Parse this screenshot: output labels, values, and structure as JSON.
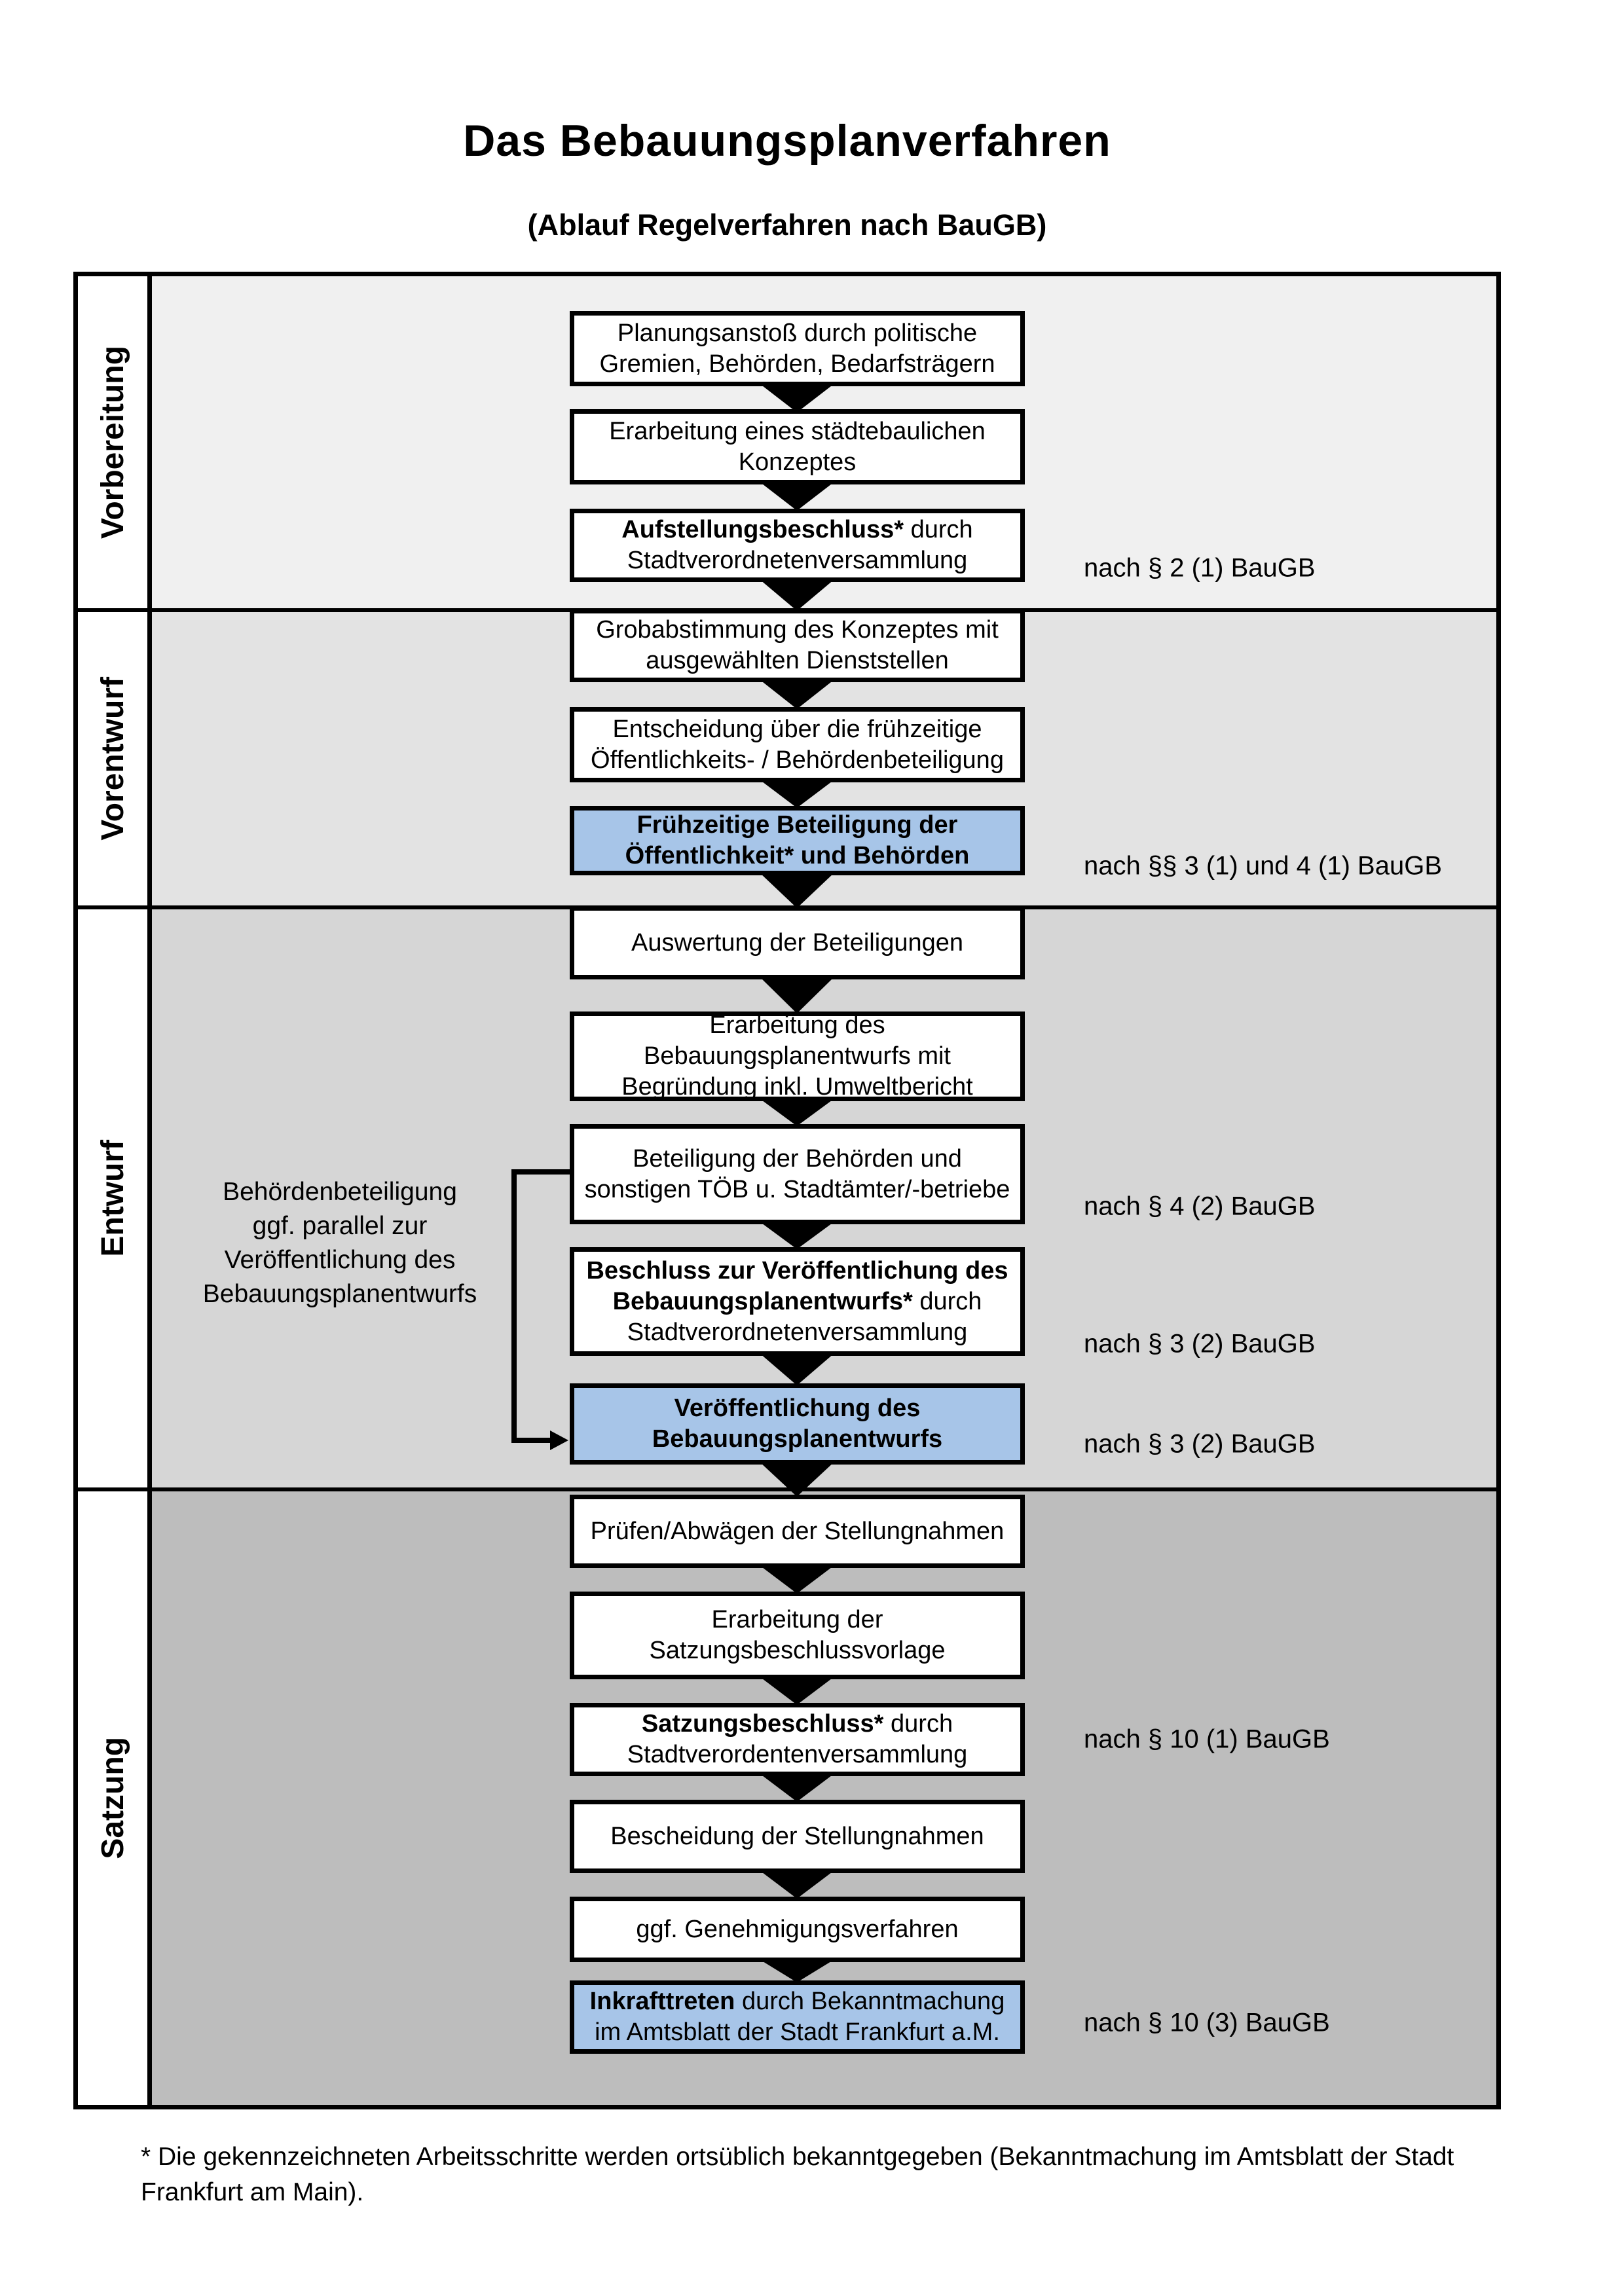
{
  "title": "Das Bebauungsplanverfahren",
  "subtitle": "(Ablauf Regelverfahren nach BauGB)",
  "footnote": "* Die gekennzeichneten Arbeitsschritte werden ortsüblich bekanntgegeben (Bekanntmachung im Amtsblatt  der Stadt Frankfurt am Main).",
  "colors": {
    "highlight_box": "#a7c5e8",
    "box_border": "#000000",
    "band_vorbereitung": "#f0f0f0",
    "band_vorentwurf": "#e3e3e3",
    "band_entwurf": "#d6d6d6",
    "band_satzung": "#bdbdbd"
  },
  "phases": [
    {
      "id": "vorbereitung",
      "label": "Vorbereitung"
    },
    {
      "id": "vorentwurf",
      "label": "Vorentwurf"
    },
    {
      "id": "entwurf",
      "label": "Entwurf"
    },
    {
      "id": "satzung",
      "label": "Satzung"
    }
  ],
  "boxes": [
    {
      "id": "b1",
      "phase": "vorbereitung",
      "highlight": false,
      "lines": [
        [
          {
            "text": "Planungsanstoß durch politische",
            "bold": false
          }
        ],
        [
          {
            "text": "Gremien, Behörden, Bedarfsträgern",
            "bold": false
          }
        ]
      ]
    },
    {
      "id": "b2",
      "phase": "vorbereitung",
      "highlight": false,
      "lines": [
        [
          {
            "text": "Erarbeitung eines städtebaulichen",
            "bold": false
          }
        ],
        [
          {
            "text": "Konzeptes",
            "bold": false
          }
        ]
      ]
    },
    {
      "id": "b3",
      "phase": "vorbereitung",
      "highlight": false,
      "lines": [
        [
          {
            "text": "Aufstellungsbeschluss*",
            "bold": true
          },
          {
            "text": " durch",
            "bold": false
          }
        ],
        [
          {
            "text": "Stadtverordnetenversammlung",
            "bold": false
          }
        ]
      ]
    },
    {
      "id": "b4",
      "phase": "vorentwurf",
      "highlight": false,
      "lines": [
        [
          {
            "text": "Grobabstimmung des Konzeptes mit",
            "bold": false
          }
        ],
        [
          {
            "text": "ausgewählten Dienststellen",
            "bold": false
          }
        ]
      ]
    },
    {
      "id": "b5",
      "phase": "vorentwurf",
      "highlight": false,
      "lines": [
        [
          {
            "text": "Entscheidung über die frühzeitige",
            "bold": false
          }
        ],
        [
          {
            "text": "Öffentlichkeits- / Behördenbeteiligung",
            "bold": false
          }
        ]
      ]
    },
    {
      "id": "b6",
      "phase": "vorentwurf",
      "highlight": true,
      "lines": [
        [
          {
            "text": "Frühzeitige Beteiligung der",
            "bold": true
          }
        ],
        [
          {
            "text": "Öffentlichkeit* und Behörden",
            "bold": true
          }
        ]
      ]
    },
    {
      "id": "b7",
      "phase": "entwurf",
      "highlight": false,
      "lines": [
        [
          {
            "text": "Auswertung der Beteiligungen",
            "bold": false
          }
        ]
      ]
    },
    {
      "id": "b8",
      "phase": "entwurf",
      "highlight": false,
      "lines": [
        [
          {
            "text": "Erarbeitung des",
            "bold": false
          }
        ],
        [
          {
            "text": "Bebauungsplanentwurfs mit",
            "bold": false
          }
        ],
        [
          {
            "text": "Begründung inkl. Umweltbericht",
            "bold": false
          }
        ]
      ]
    },
    {
      "id": "b9",
      "phase": "entwurf",
      "highlight": false,
      "lines": [
        [
          {
            "text": "Beteiligung der Behörden und",
            "bold": false
          }
        ],
        [
          {
            "text": "sonstigen TÖB u. Stadtämter/-betriebe",
            "bold": false
          }
        ]
      ]
    },
    {
      "id": "b10",
      "phase": "entwurf",
      "highlight": false,
      "lines": [
        [
          {
            "text": "Beschluss zur Veröffentlichung des",
            "bold": true
          }
        ],
        [
          {
            "text": "Bebauungsplanentwurfs*",
            "bold": true
          },
          {
            "text": " durch",
            "bold": false
          }
        ],
        [
          {
            "text": "Stadtverordnetenversammlung",
            "bold": false
          }
        ]
      ]
    },
    {
      "id": "b11",
      "phase": "entwurf",
      "highlight": true,
      "lines": [
        [
          {
            "text": "Veröffentlichung des",
            "bold": true
          }
        ],
        [
          {
            "text": "Bebauungsplanentwurfs",
            "bold": true
          }
        ]
      ]
    },
    {
      "id": "b12",
      "phase": "satzung",
      "highlight": false,
      "lines": [
        [
          {
            "text": "Prüfen/Abwägen der Stellungnahmen",
            "bold": false
          }
        ]
      ]
    },
    {
      "id": "b13",
      "phase": "satzung",
      "highlight": false,
      "lines": [
        [
          {
            "text": "Erarbeitung der",
            "bold": false
          }
        ],
        [
          {
            "text": "Satzungsbeschlussvorlage",
            "bold": false
          }
        ]
      ]
    },
    {
      "id": "b14",
      "phase": "satzung",
      "highlight": false,
      "lines": [
        [
          {
            "text": "Satzungsbeschluss*",
            "bold": true
          },
          {
            "text": " durch",
            "bold": false
          }
        ],
        [
          {
            "text": "Stadtverordentenversammlung",
            "bold": false
          }
        ]
      ]
    },
    {
      "id": "b15",
      "phase": "satzung",
      "highlight": false,
      "lines": [
        [
          {
            "text": "Bescheidung der Stellungnahmen",
            "bold": false
          }
        ]
      ]
    },
    {
      "id": "b16",
      "phase": "satzung",
      "highlight": false,
      "lines": [
        [
          {
            "text": "ggf. Genehmigungsverfahren",
            "bold": false
          }
        ]
      ]
    },
    {
      "id": "b17",
      "phase": "satzung",
      "highlight": true,
      "lines": [
        [
          {
            "text": "Inkrafttreten",
            "bold": true
          },
          {
            "text": " durch Bekanntmachung",
            "bold": false
          }
        ],
        [
          {
            "text": "im Amtsblatt der Stadt Frankfurt a.M.",
            "bold": false
          }
        ]
      ]
    }
  ],
  "annotations": [
    {
      "id": "r1",
      "box": "b3",
      "text": "nach § 2 (1) BauGB"
    },
    {
      "id": "r2",
      "box": "b6",
      "text": "nach §§ 3 (1) und 4 (1) BauGB"
    },
    {
      "id": "r3",
      "box": "b9",
      "text": "nach § 4 (2) BauGB"
    },
    {
      "id": "r4",
      "box": "b10",
      "text": "nach § 3 (2) BauGB"
    },
    {
      "id": "r5",
      "box": "b11",
      "text": "nach § 3 (2) BauGB"
    },
    {
      "id": "r6",
      "box": "b14",
      "text": "nach § 10 (1) BauGB"
    },
    {
      "id": "r7",
      "box": "b17",
      "text": "nach § 10 (3) BauGB"
    }
  ],
  "side_note": {
    "lines": [
      "Behördenbeteiligung",
      "ggf. parallel zur",
      "Veröffentlichung des",
      "Bebauungsplanentwurfs"
    ]
  }
}
